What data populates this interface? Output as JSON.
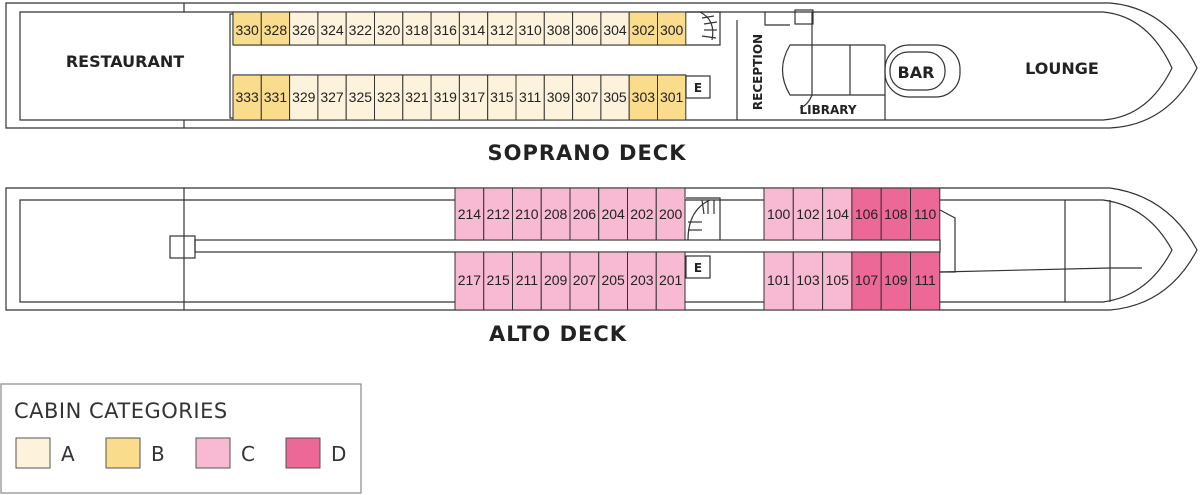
{
  "colors": {
    "A": "#fdf3dc",
    "B": "#f9dc8c",
    "C": "#f7bad2",
    "D": "#ec6896",
    "stroke": "#333333"
  },
  "soprano": {
    "name": "SOPRANO DECK",
    "rooms": {
      "restaurant": "RESTAURANT",
      "reception": "RECEPTION",
      "library": "LIBRARY",
      "bar": "BAR",
      "lounge": "LOUNGE",
      "elevator": "E"
    },
    "top_row": [
      {
        "n": "330",
        "c": "B"
      },
      {
        "n": "328",
        "c": "B"
      },
      {
        "n": "326",
        "c": "A"
      },
      {
        "n": "324",
        "c": "A"
      },
      {
        "n": "322",
        "c": "A"
      },
      {
        "n": "320",
        "c": "A"
      },
      {
        "n": "318",
        "c": "A"
      },
      {
        "n": "316",
        "c": "A"
      },
      {
        "n": "314",
        "c": "A"
      },
      {
        "n": "312",
        "c": "A"
      },
      {
        "n": "310",
        "c": "A"
      },
      {
        "n": "308",
        "c": "A"
      },
      {
        "n": "306",
        "c": "A"
      },
      {
        "n": "304",
        "c": "A"
      },
      {
        "n": "302",
        "c": "B"
      },
      {
        "n": "300",
        "c": "B"
      }
    ],
    "bottom_row": [
      {
        "n": "333",
        "c": "B"
      },
      {
        "n": "331",
        "c": "B"
      },
      {
        "n": "329",
        "c": "A"
      },
      {
        "n": "327",
        "c": "A"
      },
      {
        "n": "325",
        "c": "A"
      },
      {
        "n": "323",
        "c": "A"
      },
      {
        "n": "321",
        "c": "A"
      },
      {
        "n": "319",
        "c": "A"
      },
      {
        "n": "317",
        "c": "A"
      },
      {
        "n": "315",
        "c": "A"
      },
      {
        "n": "311",
        "c": "A"
      },
      {
        "n": "309",
        "c": "A"
      },
      {
        "n": "307",
        "c": "A"
      },
      {
        "n": "305",
        "c": "A"
      },
      {
        "n": "303",
        "c": "B"
      },
      {
        "n": "301",
        "c": "B"
      }
    ]
  },
  "alto": {
    "name": "ALTO DECK",
    "rooms": {
      "elevator": "E"
    },
    "top_left": [
      {
        "n": "214",
        "c": "C"
      },
      {
        "n": "212",
        "c": "C"
      },
      {
        "n": "210",
        "c": "C"
      },
      {
        "n": "208",
        "c": "C"
      },
      {
        "n": "206",
        "c": "C"
      },
      {
        "n": "204",
        "c": "C"
      },
      {
        "n": "202",
        "c": "C"
      },
      {
        "n": "200",
        "c": "C"
      }
    ],
    "bottom_left": [
      {
        "n": "217",
        "c": "C"
      },
      {
        "n": "215",
        "c": "C"
      },
      {
        "n": "211",
        "c": "C"
      },
      {
        "n": "209",
        "c": "C"
      },
      {
        "n": "207",
        "c": "C"
      },
      {
        "n": "205",
        "c": "C"
      },
      {
        "n": "203",
        "c": "C"
      },
      {
        "n": "201",
        "c": "C"
      }
    ],
    "top_right": [
      {
        "n": "100",
        "c": "C"
      },
      {
        "n": "102",
        "c": "C"
      },
      {
        "n": "104",
        "c": "C"
      },
      {
        "n": "106",
        "c": "D"
      },
      {
        "n": "108",
        "c": "D"
      },
      {
        "n": "110",
        "c": "D"
      }
    ],
    "bottom_right": [
      {
        "n": "101",
        "c": "C"
      },
      {
        "n": "103",
        "c": "C"
      },
      {
        "n": "105",
        "c": "C"
      },
      {
        "n": "107",
        "c": "D"
      },
      {
        "n": "109",
        "c": "D"
      },
      {
        "n": "111",
        "c": "D"
      }
    ]
  },
  "legend": {
    "title": "CABIN CATEGORIES",
    "items": [
      {
        "label": "A",
        "c": "A"
      },
      {
        "label": "B",
        "c": "B"
      },
      {
        "label": "C",
        "c": "C"
      },
      {
        "label": "D",
        "c": "D"
      }
    ]
  }
}
